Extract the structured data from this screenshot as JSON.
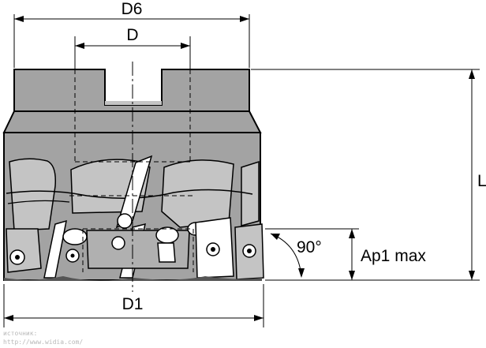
{
  "dimensions": {
    "d6": "D6",
    "d": "D",
    "l": "L",
    "d1": "D1",
    "angle": "90°",
    "ap1": "Ap1 max"
  },
  "source": {
    "line1": "источник:",
    "line2": "http://www.widia.com/"
  }
}
